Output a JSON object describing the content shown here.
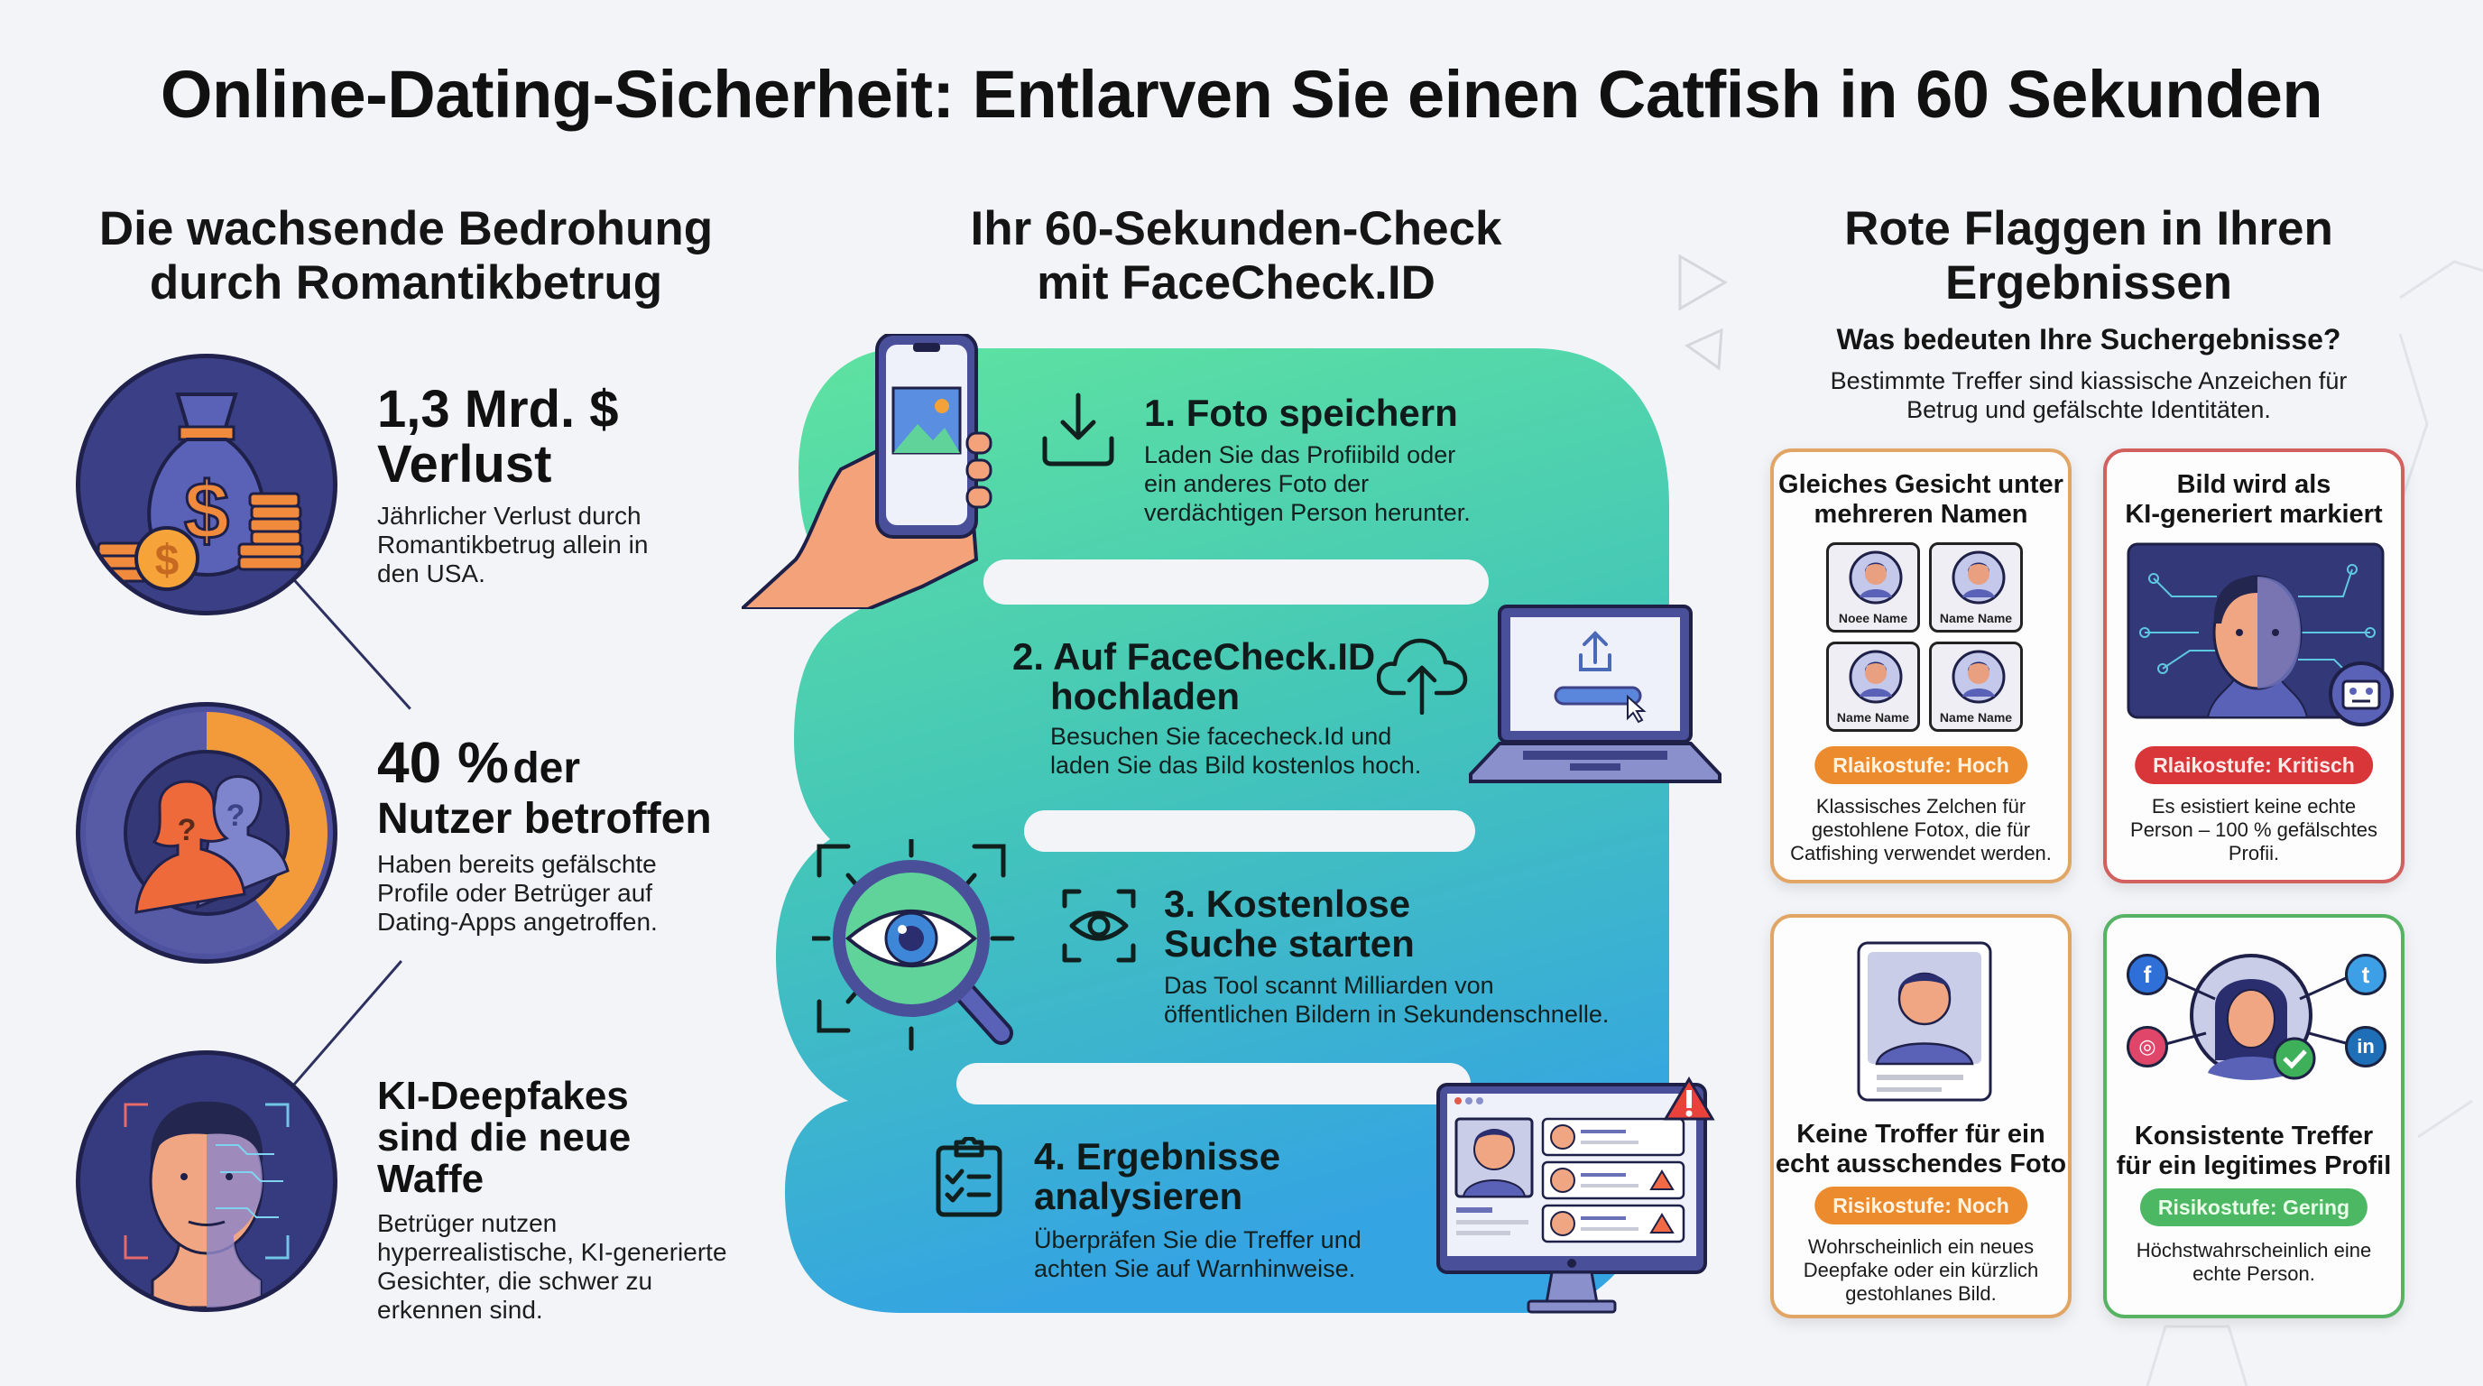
{
  "title": "Online-Dating-Sicherheit: Entlarven Sie einen Catfish in 60 Sekunden",
  "left": {
    "heading": "Die wachsende Bedrohung durch Romantikbetrug",
    "heading_lines": [
      "Die wachsende Bedrohung",
      "durch Romantikbetrug"
    ],
    "stats": [
      {
        "icon": "money-bag-icon",
        "title_lines": [
          "1,3 Mrd. $",
          "Verlust"
        ],
        "desc_lines": [
          "Jährlicher Verlust durch",
          "Romantikbetrug allein in",
          "den USA."
        ]
      },
      {
        "icon": "donut-people-icon",
        "title_big": "40 %",
        "title_small": "der",
        "title_line2": "Nutzer betroffen",
        "desc_lines": [
          "Haben bereits gefälschte",
          "Profile oder Betrüger auf",
          "Dating-Apps angetroffen."
        ],
        "donut_percent": 40
      },
      {
        "icon": "deepfake-face-icon",
        "title_lines": [
          "KI-Deepfakes",
          "sind die neue",
          "Waffe"
        ],
        "desc_lines": [
          "Betrüger nutzen",
          "hyperrealistische, KI-generierte",
          "Gesichter, die schwer zu",
          "erkennen sind."
        ]
      }
    ]
  },
  "middle": {
    "heading_lines": [
      "Ihr 60-Sekunden-Check",
      "mit FaceCheck.ID"
    ],
    "steps": [
      {
        "title_lines": [
          "1. Foto speichern"
        ],
        "desc_lines": [
          "Laden Sie das Profiibild oder",
          "ein anderes Foto der",
          "verdächtigen Person herunter."
        ],
        "icon": "download-icon",
        "illustration": "hand-phone-icon"
      },
      {
        "title_lines": [
          "2. Auf FaceCheck.ID",
          "hochladen"
        ],
        "desc_lines": [
          "Besuchen Sie facecheck.Id und",
          "laden Sie das Bild kostenlos hoch."
        ],
        "icon": "cloud-upload-icon",
        "illustration": "laptop-upload-icon"
      },
      {
        "title_lines": [
          "3. Kostenlose",
          "Suche starten"
        ],
        "desc_lines": [
          "Das Tool scannt Milliarden von",
          "öffentlichen Bildern in Sekundenschnelle."
        ],
        "icon": "eye-scan-icon",
        "illustration": "magnifier-eye-icon"
      },
      {
        "title_lines": [
          "4. Ergebnisse",
          "analysieren"
        ],
        "desc_lines": [
          "Überpräfen Sie die Treffer und",
          "achten Sie auf Warnhinweise."
        ],
        "icon": "clipboard-checklist-icon",
        "illustration": "monitor-results-icon"
      }
    ],
    "colors": {
      "wave_top": "#5fe0a0",
      "wave_bottom": "#38a9e0"
    }
  },
  "right": {
    "heading_lines": [
      "Rote Flaggen in Ihren",
      "Ergebnissen"
    ],
    "subheading": "Was bedeuten Ihre Suchergebnisse?",
    "sub_desc_lines": [
      "Bestimmte Treffer sind kiassische Anzeichen für",
      "Betrug und gefälschte Identitäten."
    ],
    "cards": [
      {
        "title_lines": [
          "Gleiches Gesicht unter",
          "mehreren Namen"
        ],
        "profiles": [
          "Noee Name",
          "Name Name",
          "Name Name",
          "Name Name"
        ],
        "badge": "Rlaikostufe: Hoch",
        "badge_color": "#ec8a2e",
        "desc_lines": [
          "Klassisches Zelchen für",
          "gestohlene Fotox, die für",
          "Catfishing verwendet werden."
        ]
      },
      {
        "title_lines": [
          "Bild wird als",
          "KI-generiert markiert"
        ],
        "badge": "Rlaikostufe: Kritisch",
        "badge_color": "#d9363a",
        "desc_lines": [
          "Es esistiert keine echte",
          "Person – 100 % gefälschtes",
          "Profii."
        ]
      },
      {
        "title_lines": [
          "Keine Troffer für ein",
          "echt ausschendes Foto"
        ],
        "badge": "Risikostufe: Noch",
        "badge_color": "#ec8a2e",
        "desc_lines": [
          "Wohrscheinlich ein neues",
          "Deepfake oder ein kürzlich",
          "gestohlanes Bild."
        ]
      },
      {
        "title_lines": [
          "Konsistente Treffer",
          "für ein legitimes Profil"
        ],
        "badge": "Risikostufe: Gering",
        "badge_color": "#4db863",
        "desc_lines": [
          "Höchstwahrscheinlich eine",
          "echte Person."
        ],
        "socials": [
          {
            "name": "facebook-icon",
            "glyph": "f",
            "color": "#2f6fd8"
          },
          {
            "name": "twitter-icon",
            "glyph": "t",
            "color": "#3da0e6"
          },
          {
            "name": "instagram-icon",
            "glyph": "◎",
            "color": "#e0456a"
          },
          {
            "name": "linkedin-icon",
            "glyph": "in",
            "color": "#1e6fb8"
          }
        ]
      }
    ]
  }
}
